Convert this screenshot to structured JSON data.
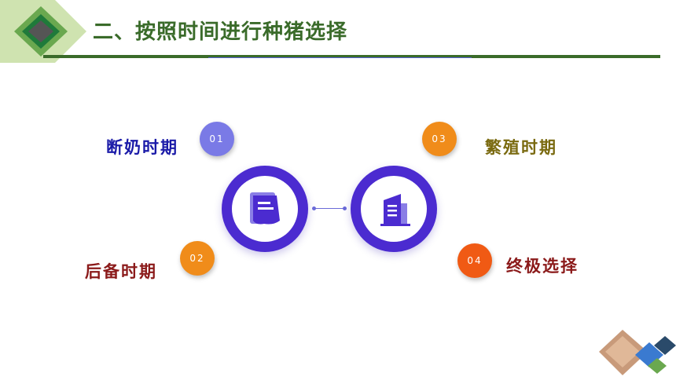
{
  "header": {
    "title": "二、按照时间进行种猪选择"
  },
  "items": [
    {
      "number": "01",
      "label": "断奶时期",
      "label_color": "#1a1aa8",
      "badge_color": "#7a7ae6"
    },
    {
      "number": "02",
      "label": "后备时期",
      "label_color": "#8b1a1a",
      "badge_color": "#f08c1a"
    },
    {
      "number": "03",
      "label": "繁殖时期",
      "label_color": "#7a6a10",
      "badge_color": "#f08c1a"
    },
    {
      "number": "04",
      "label": "终极选择",
      "label_color": "#8b1a1a",
      "badge_color": "#f05a14"
    }
  ],
  "icons": {
    "left": "document-icon",
    "right": "building-icon"
  }
}
